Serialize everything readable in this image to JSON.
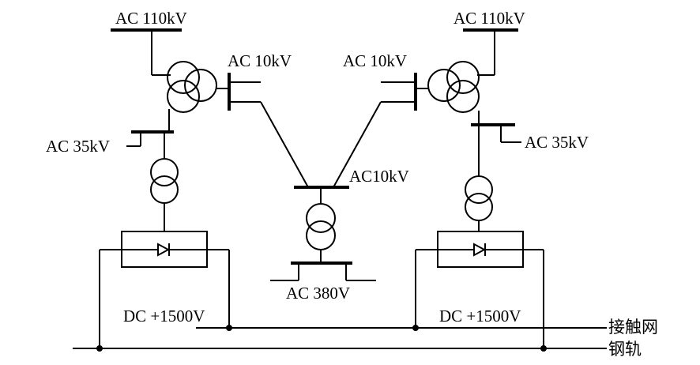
{
  "labels": {
    "left_ac110": "AC 110kV",
    "right_ac110": "AC 110kV",
    "left_ac10": "AC 10kV",
    "right_ac10": "AC 10kV",
    "left_ac35": "AC 35kV",
    "right_ac35": "AC 35kV",
    "center_ac10": "AC10kV",
    "center_ac380": "AC 380V",
    "left_dc": "DC +1500V",
    "right_dc": "DC +1500V",
    "catenary": "接触网",
    "rail": "钢轨"
  }
}
